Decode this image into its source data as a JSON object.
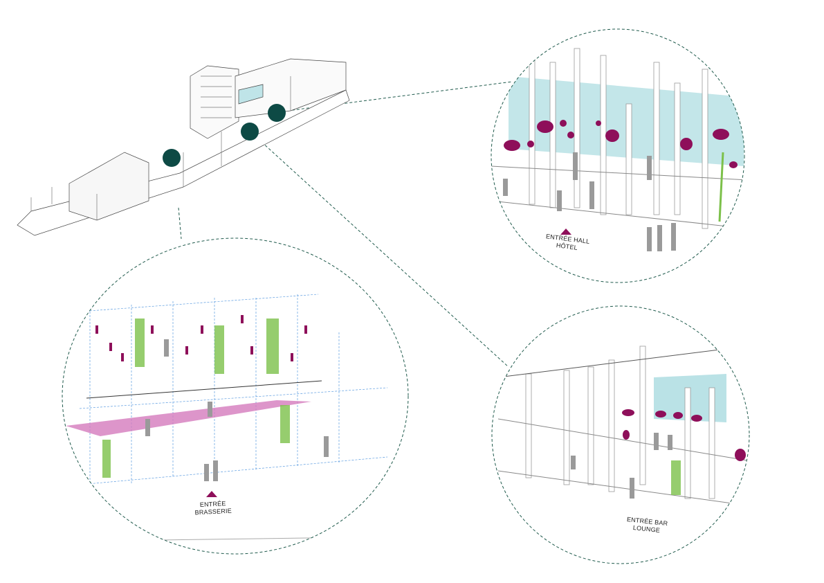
{
  "labels": {
    "hotel": [
      "ENTRÉE HALL",
      "HÔTEL"
    ],
    "brasserie": [
      "ENTRÉE",
      "BRASSERIE"
    ],
    "bar": [
      "ENTRÉE BAR",
      "LOUNGE"
    ]
  },
  "colors": {
    "marker": "#0d4a45",
    "dashed": "#1f5a4c",
    "accent": "#8e0f5a",
    "glass": "#a9dbe0",
    "plant": "#7cc04a",
    "grid": "#5a9be0"
  }
}
